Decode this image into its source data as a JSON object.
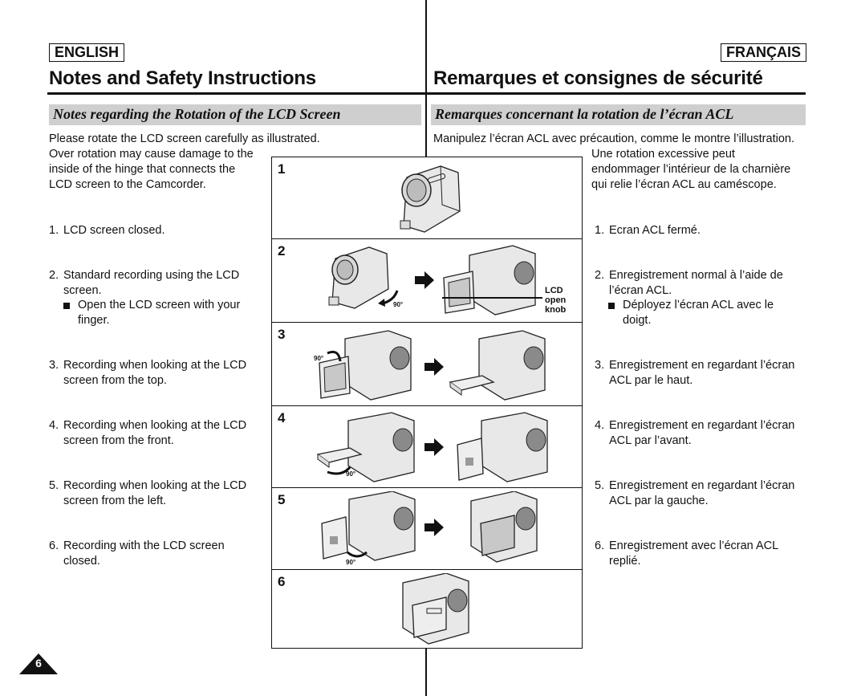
{
  "english": {
    "lang_label": "ENGLISH",
    "title": "Notes and Safety Instructions",
    "section_title": "Notes regarding the Rotation of the LCD Screen",
    "intro_line1": "Please rotate the LCD screen carefully as illustrated.",
    "intro_lines": [
      "Over rotation may cause damage to the",
      "inside of the hinge that connects the",
      "LCD screen to the Camcorder."
    ],
    "items": [
      {
        "num": "1.",
        "lines": [
          "LCD screen closed."
        ]
      },
      {
        "num": "2.",
        "lines": [
          "Standard recording using the LCD",
          "screen."
        ],
        "bullet": [
          "Open the LCD screen with your",
          "finger."
        ]
      },
      {
        "num": "3.",
        "lines": [
          "Recording when looking at the LCD",
          "screen from the top."
        ]
      },
      {
        "num": "4.",
        "lines": [
          "Recording when looking at the LCD",
          "screen from the front."
        ]
      },
      {
        "num": "5.",
        "lines": [
          "Recording when looking at the LCD",
          "screen from the left."
        ]
      },
      {
        "num": "6.",
        "lines": [
          "Recording with the LCD screen",
          "closed."
        ]
      }
    ]
  },
  "french": {
    "lang_label": "FRANÇAIS",
    "title": "Remarques et consignes de sécurité",
    "section_title": "Remarques concernant la rotation de l’écran ACL",
    "intro_line1": "Manipulez l’écran ACL avec précaution, comme le montre l’illustration.",
    "intro_lines": [
      "Une rotation excessive peut",
      "endommager l’intérieur de la charnière",
      "qui relie l’écran ACL au caméscope."
    ],
    "items": [
      {
        "num": "1.",
        "lines": [
          "Ecran ACL fermé."
        ]
      },
      {
        "num": "2.",
        "lines": [
          "Enregistrement normal à l’aide de",
          "l’écran ACL."
        ],
        "bullet": [
          "Déployez l’écran ACL avec le",
          "doigt."
        ]
      },
      {
        "num": "3.",
        "lines": [
          "Enregistrement en regardant l’écran",
          "ACL par le haut."
        ]
      },
      {
        "num": "4.",
        "lines": [
          "Enregistrement en regardant l’écran",
          "ACL par l’avant."
        ]
      },
      {
        "num": "5.",
        "lines": [
          "Enregistrement en regardant l’écran",
          "ACL par la gauche."
        ]
      },
      {
        "num": "6.",
        "lines": [
          "Enregistrement avec l’écran ACL",
          "replié."
        ]
      }
    ]
  },
  "illustration": {
    "panels": [
      {
        "num": "1",
        "images": [
          "camcorder-lcd-closed-front-view"
        ]
      },
      {
        "num": "2",
        "images": [
          "camcorder-front-view",
          "camcorder-lcd-open"
        ],
        "rotation_label": "90°",
        "callout": [
          "LCD",
          "open",
          "knob"
        ]
      },
      {
        "num": "3",
        "images": [
          "camcorder-lcd-open",
          "camcorder-lcd-facing-up"
        ],
        "rotation_label": "90°"
      },
      {
        "num": "4",
        "images": [
          "camcorder-lcd-facing-up",
          "camcorder-lcd-facing-front"
        ],
        "rotation_label": "90°"
      },
      {
        "num": "5",
        "images": [
          "camcorder-lcd-facing-front",
          "camcorder-lcd-closed-screen-out"
        ],
        "rotation_label": "90°"
      },
      {
        "num": "6",
        "images": [
          "camcorder-lcd-closed-rear-view"
        ]
      }
    ]
  },
  "footer": {
    "page_number": "6"
  }
}
